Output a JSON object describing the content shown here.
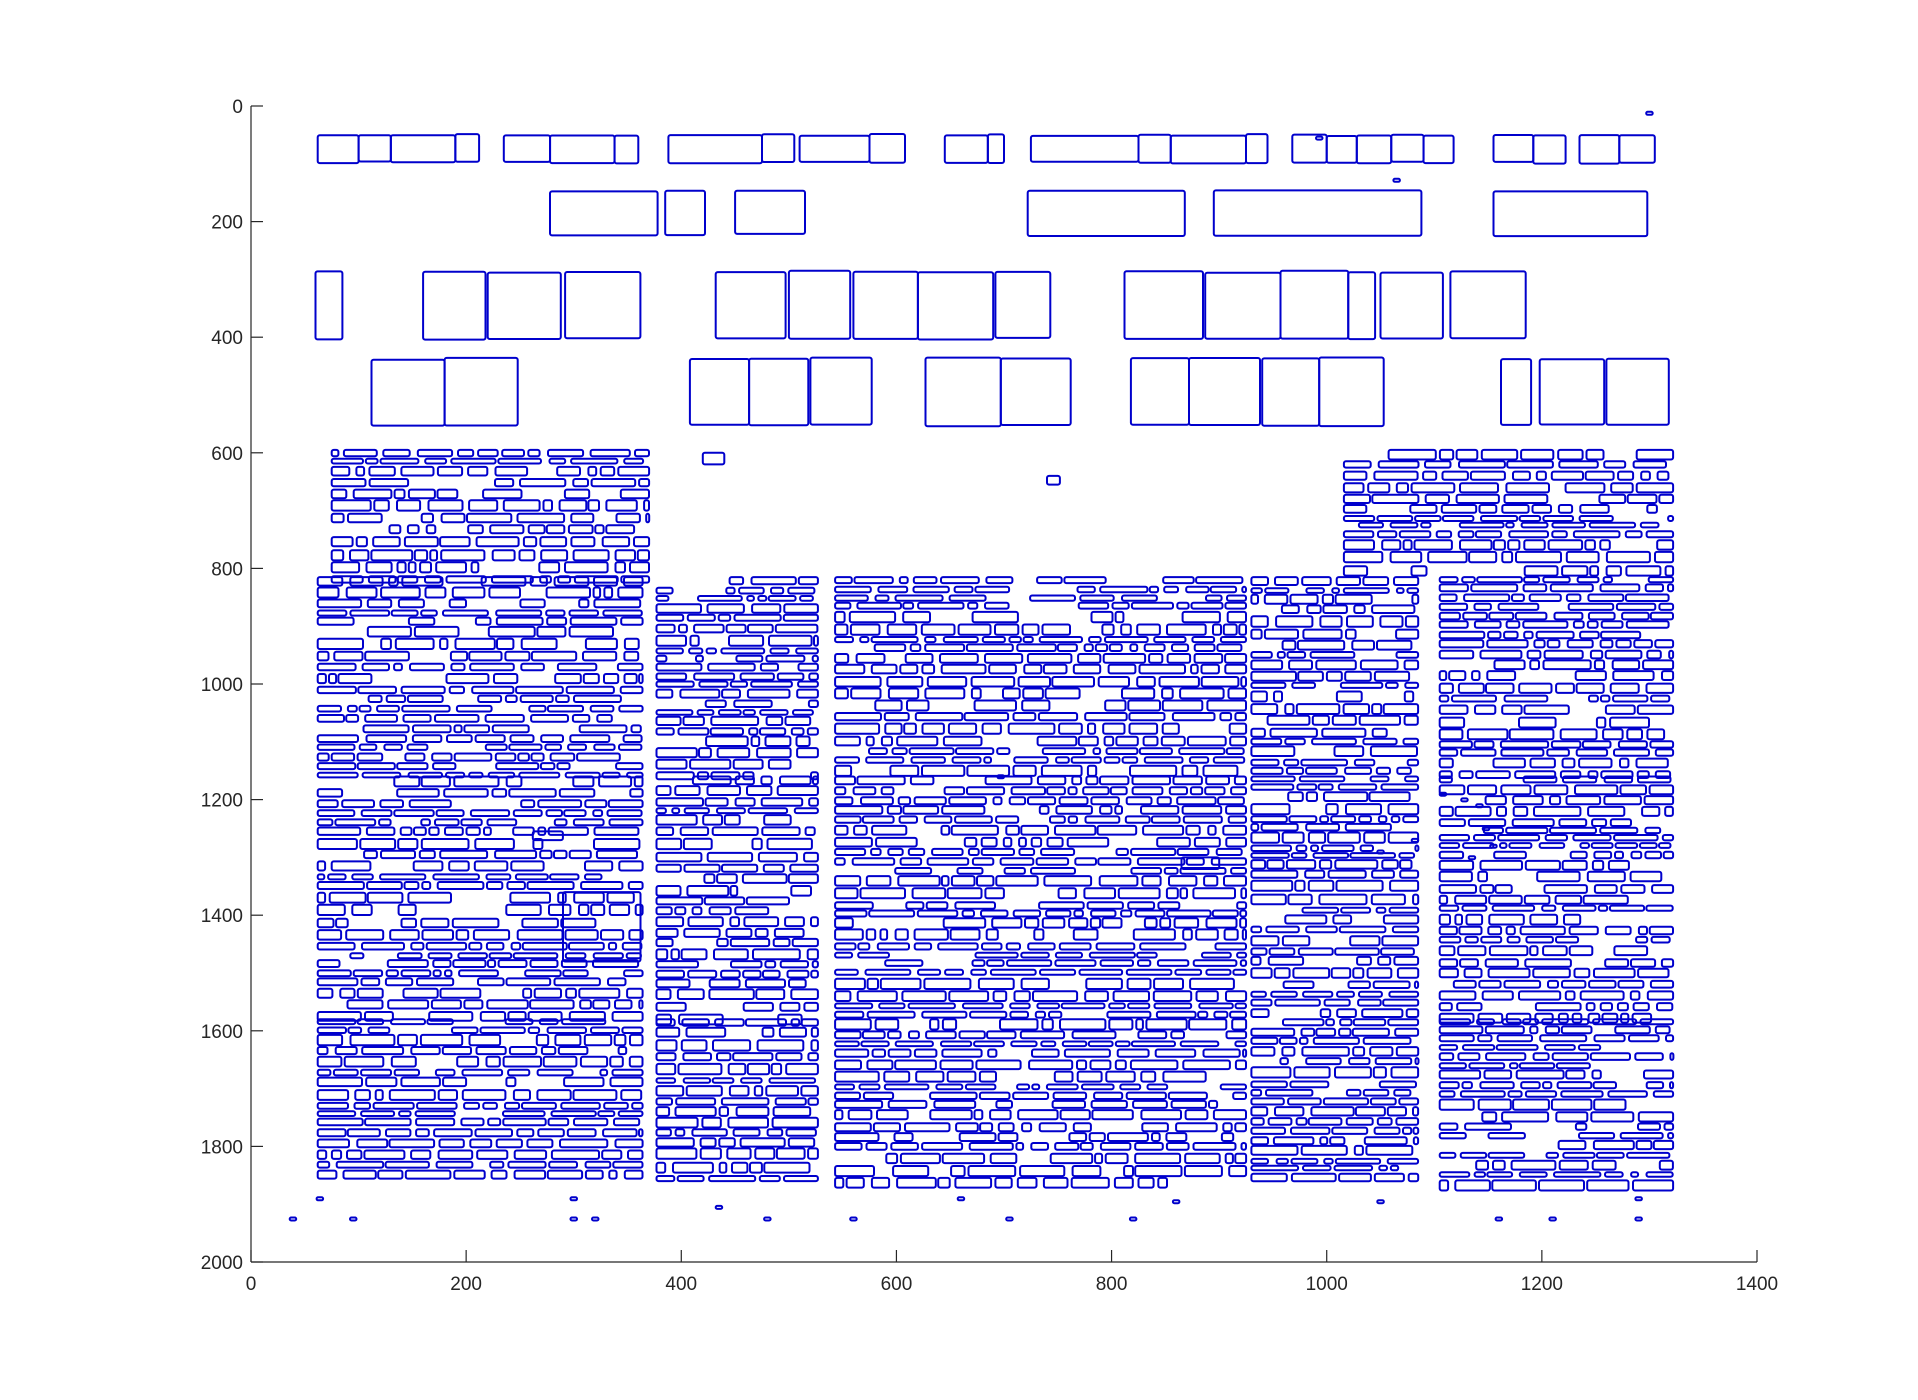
{
  "chart_data": {
    "type": "scatter",
    "marker": "rectangle-outline",
    "color": "#0000cc",
    "title": "",
    "xlabel": "",
    "ylabel": "",
    "xlim": [
      0,
      1400
    ],
    "ylim": [
      0,
      2000
    ],
    "y_reversed": true,
    "grid": false,
    "box": false,
    "xticks": [
      0,
      200,
      400,
      600,
      800,
      1000,
      1200,
      1400
    ],
    "yticks": [
      0,
      200,
      400,
      600,
      800,
      1000,
      1200,
      1400,
      1600,
      1800,
      2000
    ],
    "bands": [
      {
        "columns": [
          [
            62,
            100
          ],
          [
            100,
            130
          ],
          [
            130,
            190
          ],
          [
            190,
            212
          ],
          [
            235,
            278
          ],
          [
            278,
            338
          ],
          [
            338,
            360
          ],
          [
            388,
            475
          ],
          [
            475,
            505
          ],
          [
            510,
            575
          ],
          [
            575,
            608
          ],
          [
            645,
            685
          ],
          [
            685,
            700
          ],
          [
            725,
            825
          ],
          [
            825,
            855
          ],
          [
            855,
            925
          ],
          [
            925,
            945
          ],
          [
            968,
            1000
          ],
          [
            1000,
            1028
          ],
          [
            1028,
            1060
          ],
          [
            1060,
            1090
          ],
          [
            1090,
            1118
          ],
          [
            1155,
            1192
          ],
          [
            1192,
            1222
          ],
          [
            1235,
            1272
          ],
          [
            1272,
            1305
          ]
        ],
        "y": [
          48,
          100
        ]
      },
      {
        "columns": [
          [
            278,
            378
          ],
          [
            385,
            422
          ],
          [
            450,
            515
          ],
          [
            722,
            868
          ],
          [
            895,
            1088
          ],
          [
            1155,
            1298
          ]
        ],
        "y": [
          145,
          225
        ]
      },
      {
        "columns": [
          [
            60,
            85
          ],
          [
            160,
            218
          ],
          [
            220,
            288
          ],
          [
            292,
            362
          ],
          [
            432,
            497
          ],
          [
            500,
            557
          ],
          [
            560,
            620
          ],
          [
            620,
            690
          ],
          [
            692,
            743
          ],
          [
            812,
            885
          ],
          [
            887,
            957
          ],
          [
            957,
            1020
          ],
          [
            1020,
            1045
          ],
          [
            1050,
            1108
          ],
          [
            1115,
            1185
          ]
        ],
        "y": [
          285,
          405
        ]
      },
      {
        "columns": [
          [
            112,
            180
          ],
          [
            180,
            248
          ],
          [
            408,
            463
          ],
          [
            463,
            518
          ],
          [
            520,
            577
          ],
          [
            627,
            697
          ],
          [
            697,
            762
          ],
          [
            818,
            872
          ],
          [
            872,
            938
          ],
          [
            940,
            993
          ],
          [
            993,
            1053
          ],
          [
            1162,
            1190
          ],
          [
            1198,
            1258
          ],
          [
            1260,
            1318
          ]
        ],
        "y": [
          435,
          555
        ]
      },
      {
        "columns": [
          [
            75,
            370
          ],
          [
            1016,
            1322
          ]
        ],
        "y": [
          595,
          815
        ]
      },
      {
        "columns": [
          [
            62,
            364
          ],
          [
            377,
            527
          ],
          [
            543,
            925
          ],
          [
            930,
            1085
          ],
          [
            1105,
            1322
          ]
        ],
        "y": [
          815,
          1160
        ]
      },
      {
        "columns": [
          [
            62,
            364
          ],
          [
            377,
            527
          ],
          [
            543,
            925
          ],
          [
            930,
            1085
          ],
          [
            1105,
            1322
          ]
        ],
        "y": [
          1160,
          1580
        ]
      },
      {
        "columns": [
          [
            62,
            364
          ],
          [
            377,
            527
          ],
          [
            543,
            925
          ],
          [
            930,
            1085
          ],
          [
            1105,
            1322
          ]
        ],
        "y": [
          1580,
          1860
        ]
      }
    ],
    "points": [
      [
        39,
        1925
      ],
      [
        95,
        1925
      ],
      [
        300,
        1925
      ],
      [
        320,
        1925
      ],
      [
        480,
        1925
      ],
      [
        560,
        1925
      ],
      [
        705,
        1925
      ],
      [
        820,
        1925
      ],
      [
        1160,
        1925
      ],
      [
        1210,
        1925
      ],
      [
        1290,
        1925
      ],
      [
        64,
        1890
      ],
      [
        300,
        1890
      ],
      [
        1290,
        1890
      ],
      [
        435,
        1905
      ],
      [
        660,
        1890
      ],
      [
        860,
        1895
      ],
      [
        1050,
        1895
      ],
      [
        1300,
        12
      ],
      [
        993,
        55
      ],
      [
        1065,
        128
      ],
      [
        697,
        1160
      ],
      [
        1108,
        1190
      ],
      [
        1128,
        1200
      ],
      [
        1142,
        1210
      ],
      [
        1148,
        1250
      ],
      [
        1155,
        1280
      ],
      [
        1135,
        1300
      ],
      [
        1082,
        1270
      ],
      [
        1050,
        1290
      ]
    ],
    "large_boxes": [
      [
        290,
        1360,
        362,
        1480
      ],
      [
        262,
        1255,
        290,
        1270
      ],
      [
        865,
        1300,
        900,
        1320
      ],
      [
        420,
        600,
        440,
        620
      ],
      [
        740,
        640,
        752,
        655
      ]
    ]
  }
}
